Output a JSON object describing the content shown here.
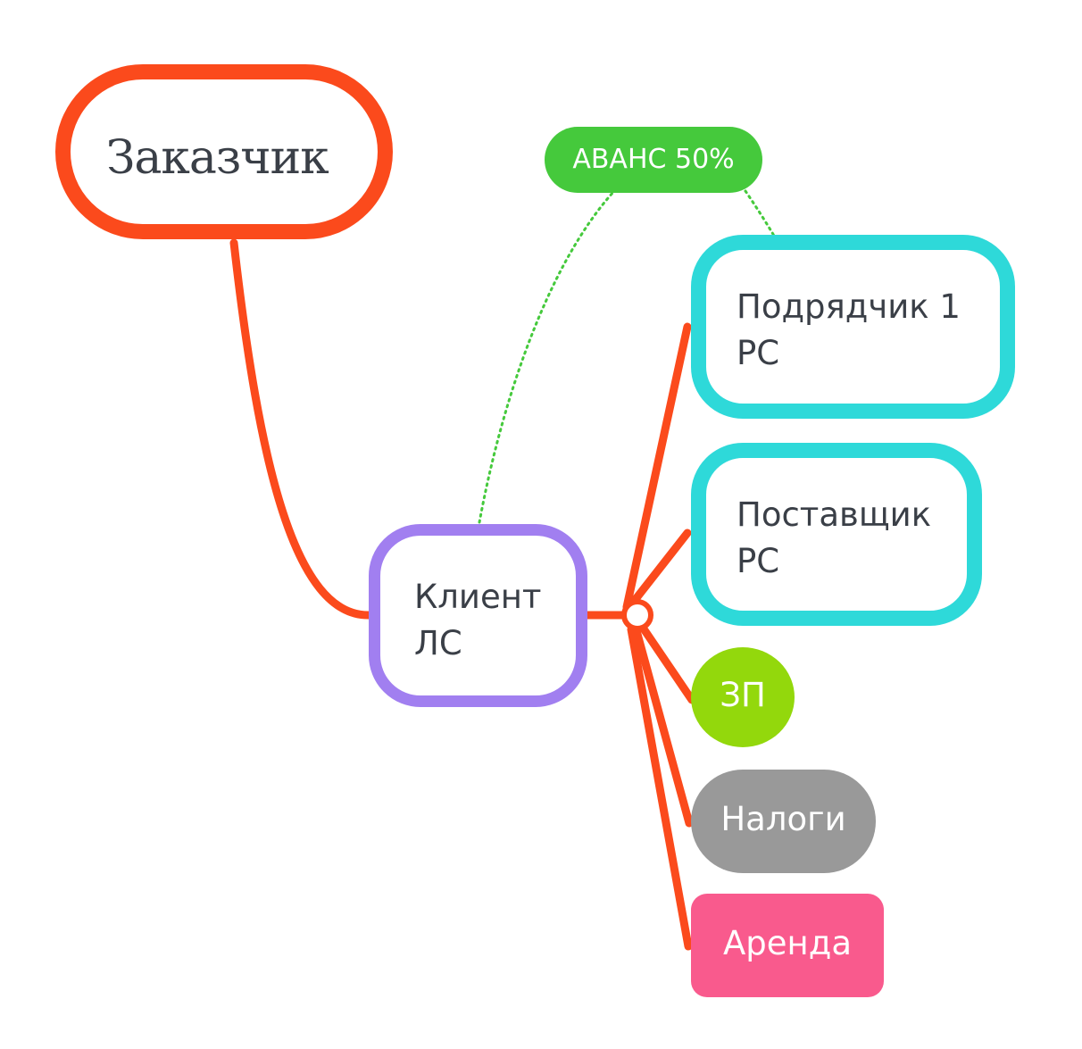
{
  "diagram": {
    "colors": {
      "connector": "#fb4a1c",
      "root_border": "#fb4a1c",
      "client_border": "#a17ff0",
      "contractor_border": "#2ed9d9",
      "salary_fill": "#93d80c",
      "taxes_fill": "#999999",
      "rent_fill": "#f95a8d",
      "advance_fill": "#45c93c",
      "text_dark": "#3a3f47"
    },
    "nodes": {
      "root": {
        "label": "Заказчик"
      },
      "client": {
        "label": "Клиент\nЛС"
      },
      "contractor": {
        "label": "Подрядчик 1\nРС"
      },
      "supplier": {
        "label": "Поставщик\nРС"
      },
      "salary": {
        "label": "ЗП"
      },
      "taxes": {
        "label": "Налоги"
      },
      "rent": {
        "label": "Аренда"
      }
    },
    "relation": {
      "label": "АВАНС 50%",
      "from": "client",
      "to": "contractor"
    }
  }
}
